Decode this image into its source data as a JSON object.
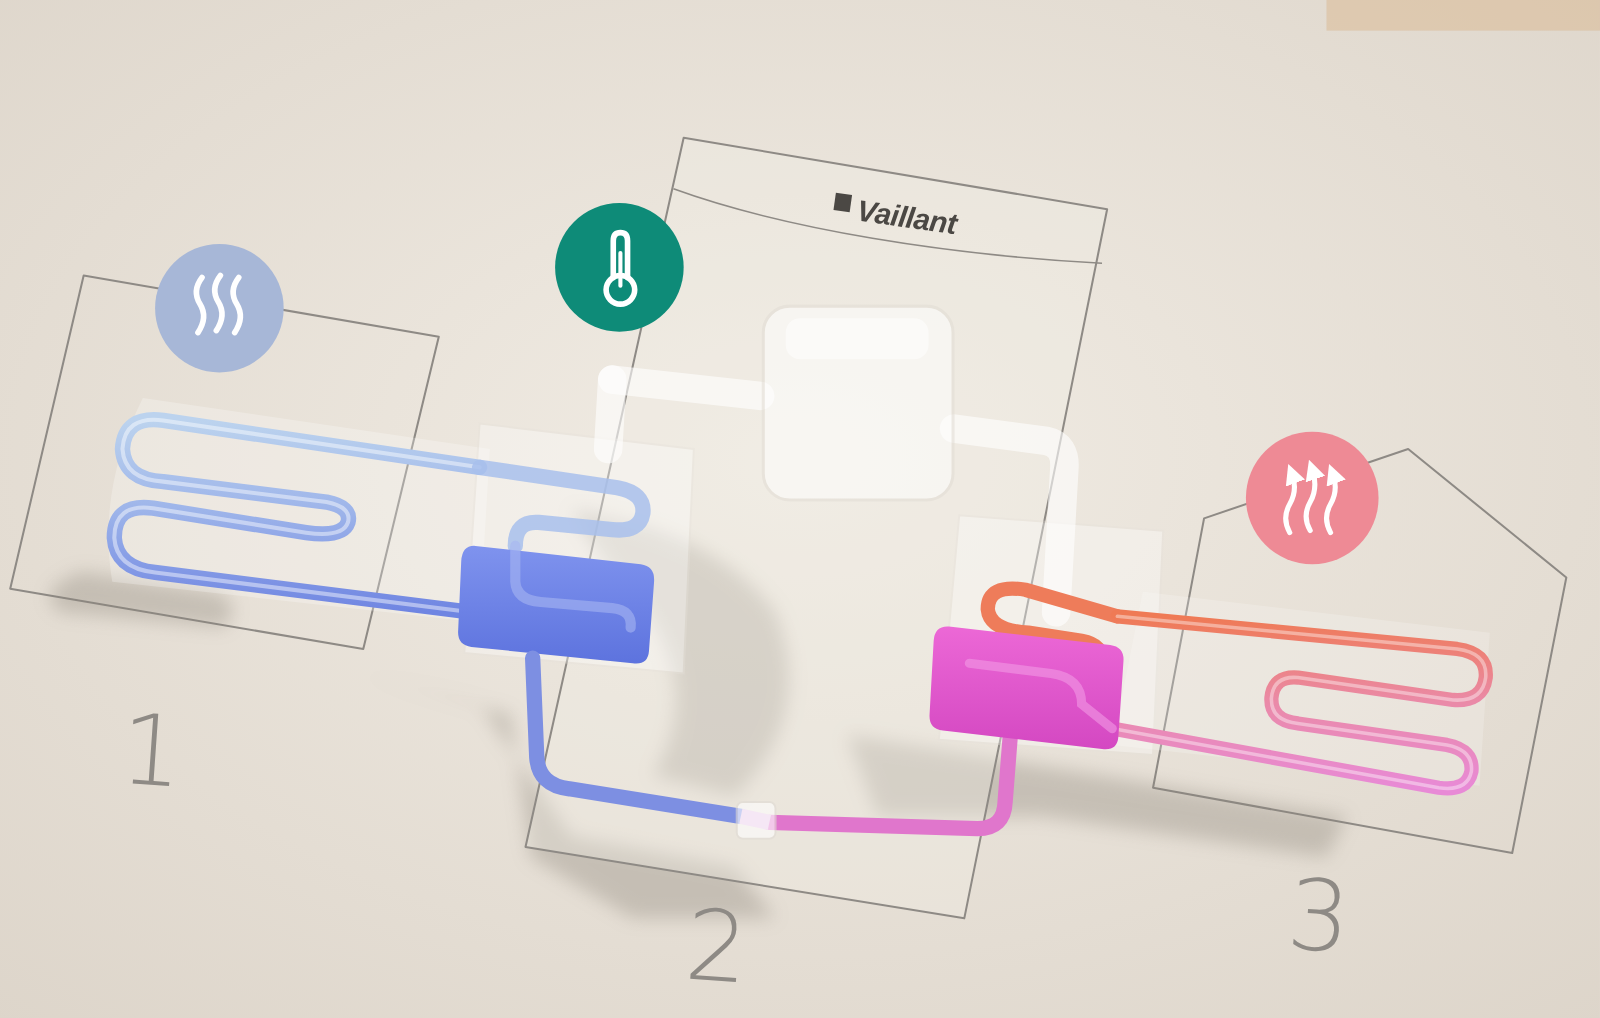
{
  "diagram": {
    "nodes": [
      {
        "text": [
          "Vaillant"
        ]
      }
    ],
    "labels": [
      "1",
      "2",
      "3"
    ]
  }
}
